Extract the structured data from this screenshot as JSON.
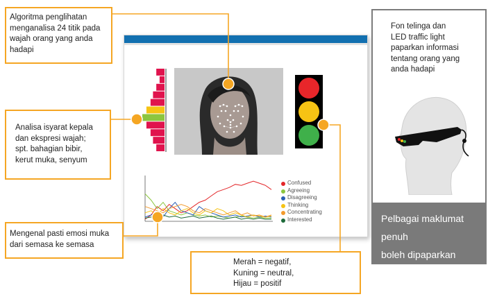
{
  "callouts": {
    "face_algorithm": "Algoritma penglihatan\nmenganalisa 24 titik pada\nwajah orang yang anda\nhadapi",
    "head_cues": "Analisa isyarat kepala\ndan ekspresi wajah;\nspt. bahagian bibir,\nkerut muka, senyum",
    "emotion_tracking": "Mengenal pasti emosi muka\ndari semasa ke semasa",
    "traffic_meaning": "Merah = negatif,\nKuning = neutral,\nHijau = positif"
  },
  "side_panel": {
    "description": "Fon telinga dan\nLED traffic light\npaparkan informasi\ntentang orang yang\nanda hadapi",
    "footer": "Pelbagai maklumat penuh\nboleh dipaparkan secara grafik"
  },
  "traffic_light": {
    "red": "#e8262a",
    "yellow": "#f6c314",
    "green": "#3fb04a"
  },
  "accent_color": "#f5a623",
  "chart_data": {
    "type": "line",
    "series": [
      {
        "name": "Confused",
        "color": "#e32629",
        "values": [
          2,
          6,
          14,
          10,
          16,
          12,
          8,
          10,
          14,
          18,
          20,
          24,
          28,
          30,
          32,
          35,
          34,
          36,
          38,
          36,
          34,
          30
        ]
      },
      {
        "name": "Agreeing",
        "color": "#8cc63f",
        "values": [
          26,
          20,
          12,
          18,
          10,
          8,
          6,
          8,
          6,
          5,
          6,
          4,
          5,
          4,
          3,
          4,
          5,
          4,
          3,
          4,
          3,
          3
        ]
      },
      {
        "name": "Disagreeing",
        "color": "#2b5fb4",
        "values": [
          4,
          6,
          8,
          4,
          12,
          18,
          10,
          8,
          6,
          14,
          10,
          8,
          6,
          4,
          5,
          6,
          4,
          5,
          6,
          4,
          5,
          4
        ]
      },
      {
        "name": "Thinking",
        "color": "#f6c314",
        "values": [
          8,
          10,
          6,
          12,
          8,
          6,
          10,
          12,
          8,
          6,
          10,
          8,
          12,
          10,
          6,
          8,
          6,
          4,
          6,
          5,
          4,
          5
        ]
      },
      {
        "name": "Concentrating",
        "color": "#f39a2c",
        "values": [
          14,
          12,
          10,
          8,
          12,
          14,
          16,
          14,
          10,
          8,
          12,
          10,
          8,
          6,
          8,
          10,
          6,
          8,
          5,
          6,
          4,
          6
        ]
      },
      {
        "name": "Interested",
        "color": "#1e6b3a",
        "values": [
          3,
          4,
          5,
          6,
          4,
          5,
          3,
          4,
          5,
          3,
          4,
          5,
          3,
          2,
          3,
          4,
          2,
          3,
          2,
          3,
          2,
          2
        ]
      }
    ],
    "ylim": [
      0,
      42
    ]
  },
  "bar_left": {
    "type": "bar",
    "values": [
      10,
      6,
      10,
      14,
      17,
      22,
      27,
      22,
      17,
      14,
      10
    ],
    "colors": [
      "#e0134d",
      "#e0134d",
      "#e0134d",
      "#e0134d",
      "#e0134d",
      "#f6c314",
      "#8cc63f",
      "#e0134d",
      "#e0134d",
      "#e0134d",
      "#e0134d"
    ]
  },
  "icons": {
    "face": "face-photo",
    "head": "head-with-glasses-icon"
  }
}
